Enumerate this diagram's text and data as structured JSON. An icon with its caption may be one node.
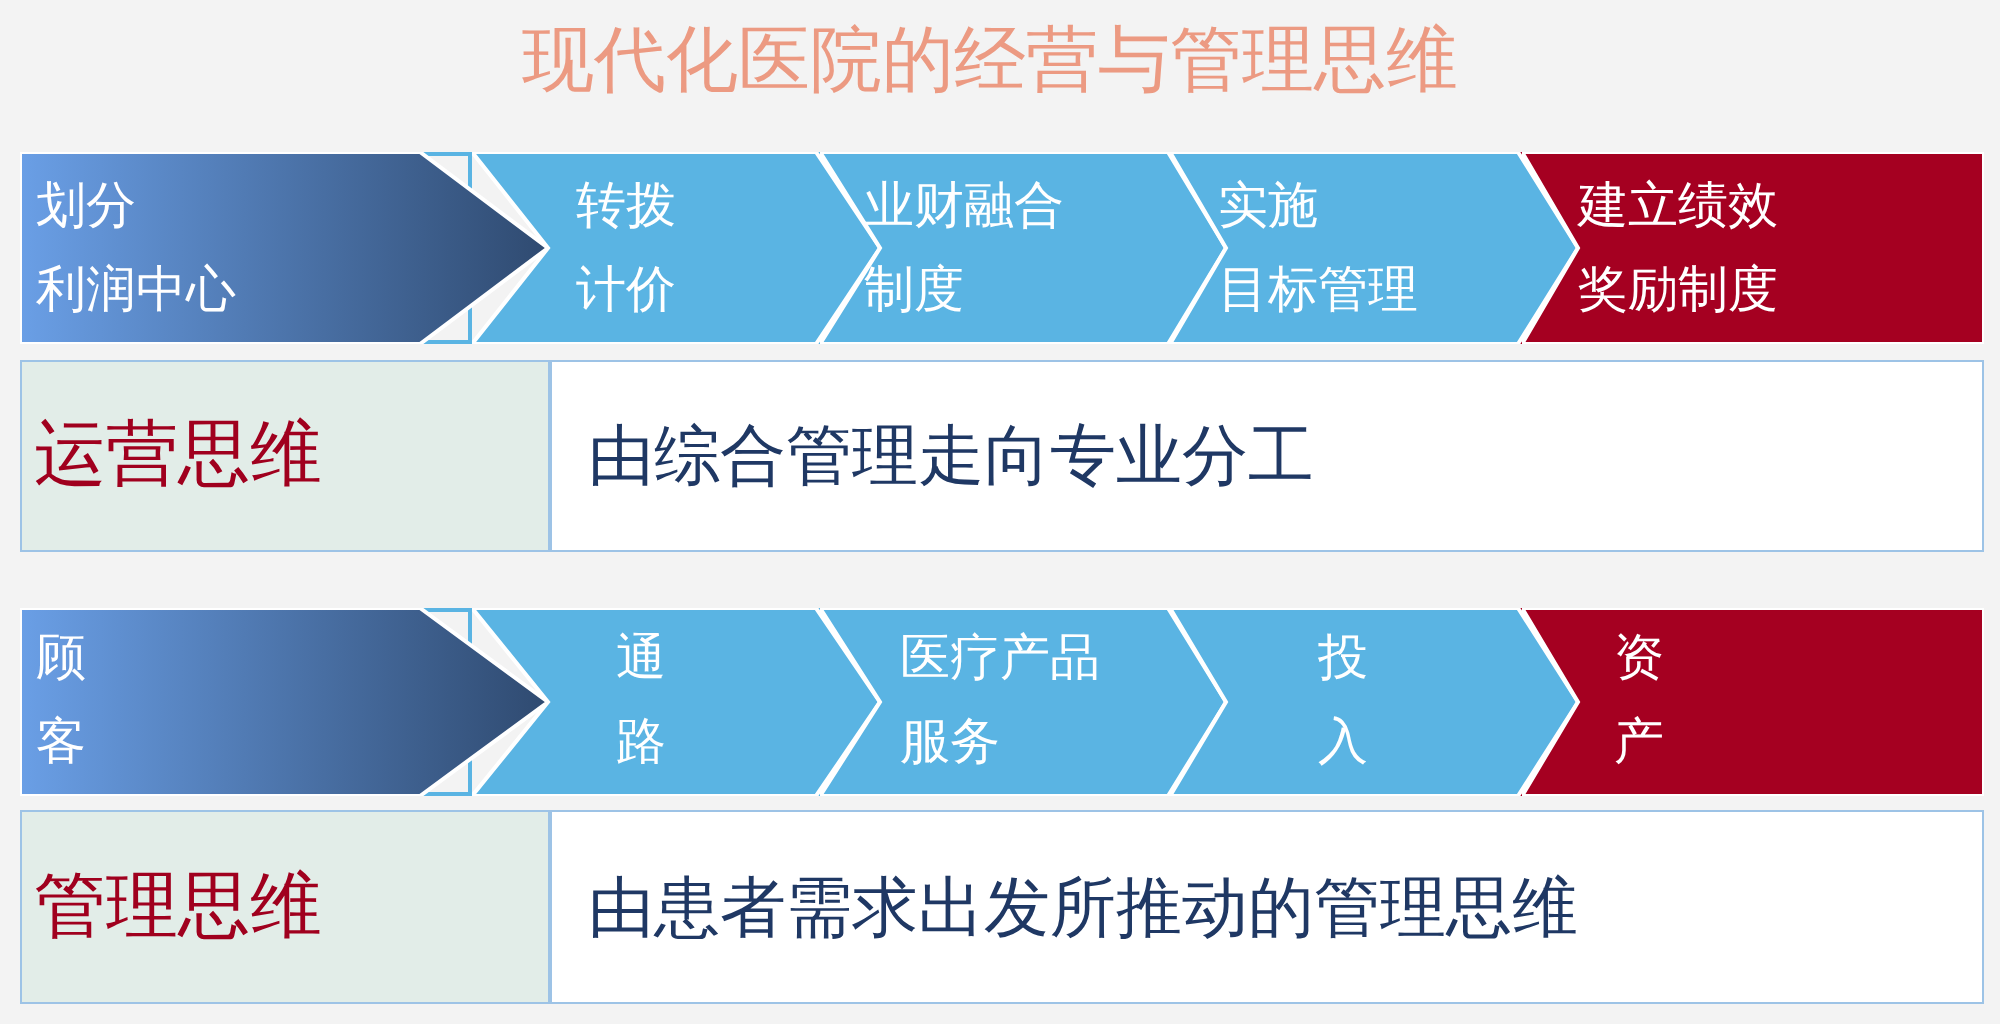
{
  "diagram": {
    "title": "现代化医院的经营与管理思维",
    "nodes": [
      {
        "text": [
          "划分利润中心"
        ]
      },
      {
        "text": [
          "转拨计价"
        ]
      },
      {
        "text": [
          "业财融合制度"
        ]
      },
      {
        "text": [
          "实施目标管理"
        ]
      },
      {
        "text": [
          "建立绩效奖励制度"
        ]
      },
      {
        "text": [
          "运营思维"
        ]
      },
      {
        "text": [
          "由综合管理走向专业分工"
        ]
      },
      {
        "text": [
          "顾客"
        ]
      },
      {
        "text": [
          "通路"
        ]
      },
      {
        "text": [
          "医疗产品服务"
        ]
      },
      {
        "text": [
          "投入"
        ]
      },
      {
        "text": [
          "资产"
        ]
      },
      {
        "text": [
          "管理思维"
        ]
      },
      {
        "text": [
          "由患者需求出发所推动的管理思维"
        ]
      }
    ],
    "edges": []
  }
}
